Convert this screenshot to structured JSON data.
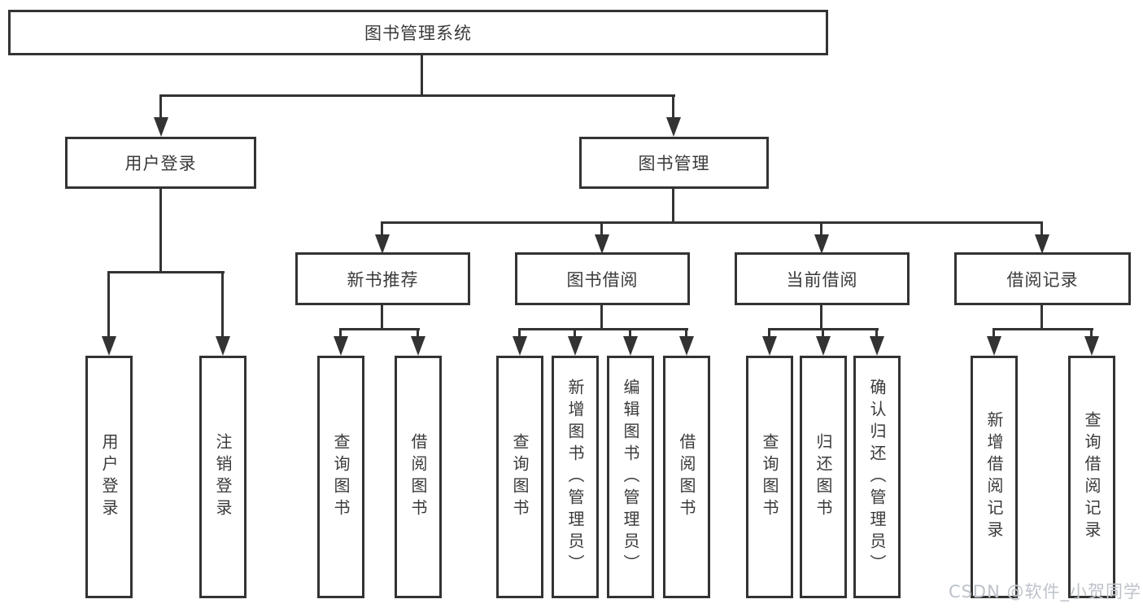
{
  "diagram": {
    "root": {
      "label": "图书管理系统"
    },
    "branches": [
      {
        "label": "用户登录",
        "children": [
          {
            "label": "用户登录"
          },
          {
            "label": "注销登录"
          }
        ]
      },
      {
        "label": "图书管理",
        "children": [
          {
            "label": "新书推荐",
            "children": [
              {
                "label": "查询图书"
              },
              {
                "label": "借阅图书"
              }
            ]
          },
          {
            "label": "图书借阅",
            "children": [
              {
                "label": "查询图书"
              },
              {
                "label": "新增图书（管理员）"
              },
              {
                "label": "编辑图书（管理员）"
              },
              {
                "label": "借阅图书"
              }
            ]
          },
          {
            "label": "当前借阅",
            "children": [
              {
                "label": "查询图书"
              },
              {
                "label": "归还图书"
              },
              {
                "label": "确认归还（管理员）"
              }
            ]
          },
          {
            "label": "借阅记录",
            "children": [
              {
                "label": "新增借阅记录"
              },
              {
                "label": "查询借阅记录"
              }
            ]
          }
        ]
      }
    ]
  },
  "watermark": {
    "text": "CSDN @软件_小贺同学"
  },
  "colors": {
    "line": "#333333",
    "text": "#3a3a3a",
    "background": "#ffffff",
    "watermark": "#bdc2ca"
  }
}
